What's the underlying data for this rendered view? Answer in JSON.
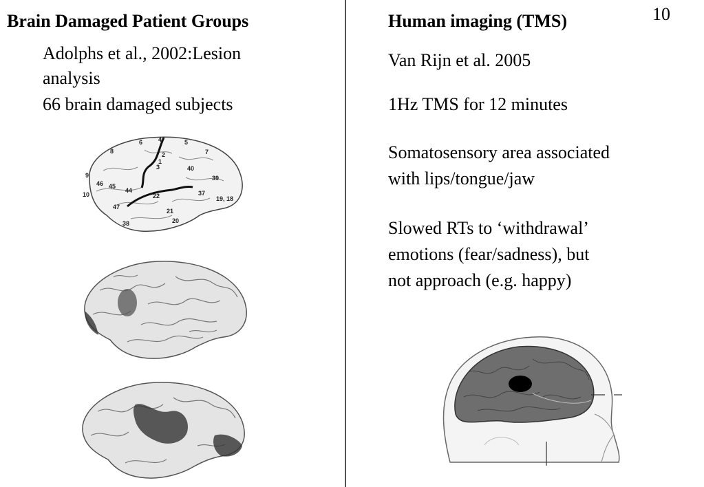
{
  "page_number": "10",
  "left": {
    "heading": "Brain Damaged Patient Groups",
    "lines": [
      "Adolphs et al., 2002:Lesion",
      "analysis",
      "66 brain damaged subjects"
    ],
    "brodmann_labels": [
      "6",
      "4",
      "5",
      "8",
      "2",
      "1",
      "3",
      "7",
      "40",
      "9",
      "46",
      "45",
      "44",
      "39",
      "10",
      "37",
      "22",
      "19, 18",
      "47",
      "21",
      "38",
      "20"
    ]
  },
  "right": {
    "heading": "Human imaging (TMS)",
    "citation": "Van Rijn et al. 2005",
    "method": "1Hz TMS for 12 minutes",
    "area_line1": "Somatosensory area associated",
    "area_line2": "with lips/tongue/jaw",
    "result_line1": "Slowed RTs to ‘withdrawal’",
    "result_line2": "emotions (fear/sadness), but",
    "result_line3": "not approach (e.g. happy)"
  }
}
